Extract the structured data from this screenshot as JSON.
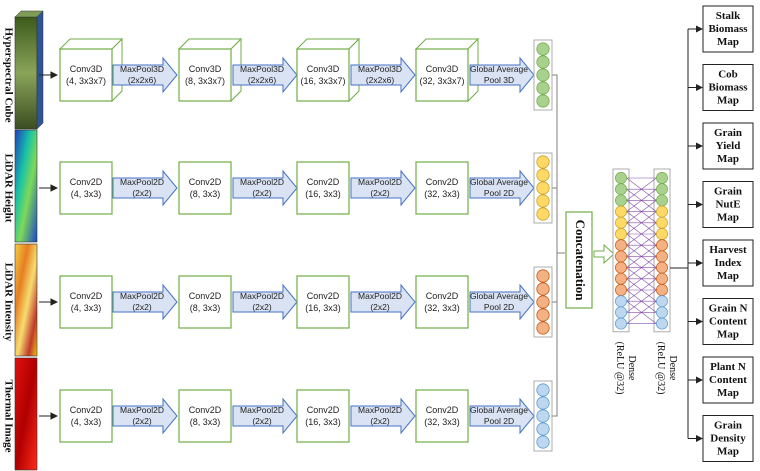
{
  "rows": [
    {
      "id": "hyperspectral",
      "input_label": "Hyperspectral Cube",
      "cube": true,
      "layers": [
        {
          "conv": [
            "Conv3D",
            "(4, 3x3x7)"
          ],
          "pool": [
            "MaxPool3D",
            "(2x2x6)"
          ]
        },
        {
          "conv": [
            "Conv3D",
            "(8, 3x3x7)"
          ],
          "pool": [
            "MaxPool3D",
            "(2x2x6)"
          ]
        },
        {
          "conv": [
            "Conv3D",
            "(16, 3x3x7)"
          ],
          "pool": [
            "MaxPool3D",
            "(2x2x6)"
          ]
        },
        {
          "conv": [
            "Conv3D",
            "(32, 3x3x7)"
          ],
          "pool": [
            "Global Average",
            "Pool 3D"
          ]
        }
      ],
      "feature_color": "#a9d18e",
      "feature_stroke": "#70ad47"
    },
    {
      "id": "lidar-height",
      "input_label": "LiDAR Height",
      "cube": false,
      "layers": [
        {
          "conv": [
            "Conv2D",
            "(4, 3x3)"
          ],
          "pool": [
            "MaxPool2D",
            "(2x2)"
          ]
        },
        {
          "conv": [
            "Conv2D",
            "(8, 3x3)"
          ],
          "pool": [
            "MaxPool2D",
            "(2x2)"
          ]
        },
        {
          "conv": [
            "Conv2D",
            "(16, 3x3)"
          ],
          "pool": [
            "MaxPool2D",
            "(2x2)"
          ]
        },
        {
          "conv": [
            "Conv2D",
            "(32, 3x3)"
          ],
          "pool": [
            "Global Average",
            "Pool 2D"
          ]
        }
      ],
      "feature_color": "#ffd966",
      "feature_stroke": "#c9a227"
    },
    {
      "id": "lidar-intensity",
      "input_label": "LiDAR Intensity",
      "cube": false,
      "layers": [
        {
          "conv": [
            "Conv2D",
            "(4, 3x3)"
          ],
          "pool": [
            "MaxPool2D",
            "(2x2)"
          ]
        },
        {
          "conv": [
            "Conv2D",
            "(8, 3x3)"
          ],
          "pool": [
            "MaxPool2D",
            "(2x2)"
          ]
        },
        {
          "conv": [
            "Conv2D",
            "(16, 3x3)"
          ],
          "pool": [
            "MaxPool2D",
            "(2x2)"
          ]
        },
        {
          "conv": [
            "Conv2D",
            "(32, 3x3)"
          ],
          "pool": [
            "Global Average",
            "Pool 2D"
          ]
        }
      ],
      "feature_color": "#f4b183",
      "feature_stroke": "#c55a11"
    },
    {
      "id": "thermal",
      "input_label": "Thermal Image",
      "cube": false,
      "layers": [
        {
          "conv": [
            "Conv2D",
            "(4, 3x3)"
          ],
          "pool": [
            "MaxPool2D",
            "(2x2)"
          ]
        },
        {
          "conv": [
            "Conv2D",
            "(8, 3x3)"
          ],
          "pool": [
            "MaxPool2D",
            "(2x2)"
          ]
        },
        {
          "conv": [
            "Conv2D",
            "(16, 3x3)"
          ],
          "pool": [
            "MaxPool2D",
            "(2x2)"
          ]
        },
        {
          "conv": [
            "Conv2D",
            "(32, 3x3)"
          ],
          "pool": [
            "Global Average",
            "Pool 2D"
          ]
        }
      ],
      "feature_color": "#bdd7ee",
      "feature_stroke": "#5b9bd5"
    }
  ],
  "concatenation_label": "Concatenation",
  "dense_layers": [
    {
      "lines": [
        "Dense",
        "(ReLU @32)"
      ]
    },
    {
      "lines": [
        "Dense",
        "(ReLU @32)"
      ]
    }
  ],
  "outputs": [
    [
      "Stalk",
      "Biomass",
      "Map"
    ],
    [
      "Cob",
      "Biomass",
      "Map"
    ],
    [
      "Grain",
      "Yield",
      "Map"
    ],
    [
      "Grain",
      "NutE",
      "Map"
    ],
    [
      "Harvest",
      "Index",
      "Map"
    ],
    [
      "Grain N",
      "Content",
      "Map"
    ],
    [
      "Plant N",
      "Content",
      "Map"
    ],
    [
      "Grain",
      "Density",
      "Map"
    ]
  ],
  "colors": {
    "box_stroke": "#70ad47",
    "arrow_fill": "#dae3f3",
    "arrow_stroke": "#4472c4",
    "connector": "#7f7f7f",
    "dense_line": "#7030a0"
  }
}
